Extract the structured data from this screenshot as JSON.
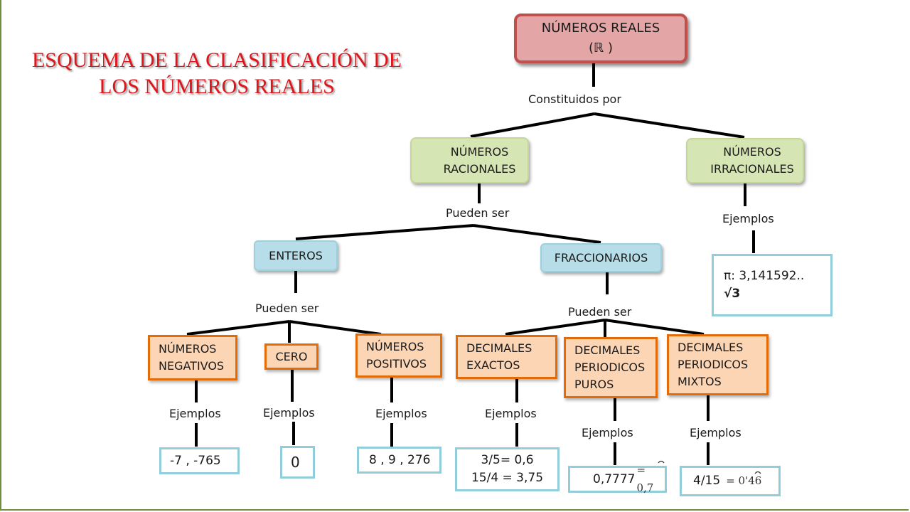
{
  "title": {
    "line1": "ESQUEMA DE LA CLASIFICACIÓN DE",
    "line2": "LOS NÚMEROS REALES"
  },
  "root": {
    "line1": "NÚMEROS REALES",
    "line2": "(ℝ )"
  },
  "connectors": {
    "constituidos": "Constituidos por",
    "pueden_racionales": "Pueden ser",
    "pueden_enteros": "Pueden ser",
    "pueden_fraccionarios": "Pueden ser",
    "ejemplos_irracionales": "Ejemplos",
    "ejemplos_negativos": "Ejemplos",
    "ejemplos_cero": "Ejemplos",
    "ejemplos_positivos": "Ejemplos",
    "ejemplos_exactos": "Ejemplos",
    "ejemplos_puros": "Ejemplos",
    "ejemplos_mixtos": "Ejemplos"
  },
  "racionales": {
    "line1": "NÚMEROS",
    "line2": "RACIONALES"
  },
  "irracionales": {
    "line1": "NÚMEROS",
    "line2": "IRRACIONALES"
  },
  "enteros": "ENTEROS",
  "fraccionarios": "FRACCIONARIOS",
  "negativos": {
    "line1": "NÚMEROS",
    "line2": "NEGATIVOS"
  },
  "cero": "CERO",
  "positivos": {
    "line1": "NÚMEROS",
    "line2": "POSITIVOS"
  },
  "exactos": {
    "line1": "DECIMALES",
    "line2": "EXACTOS"
  },
  "puros": {
    "line1": "DECIMALES",
    "line2": "PERIODICOS",
    "line3": "PUROS"
  },
  "mixtos": {
    "line1": "DECIMALES",
    "line2": "PERIODICOS",
    "line3": "MIXTOS"
  },
  "examples": {
    "irracionales_pi": "π: 3,141592..",
    "irracionales_sqrt": "√3",
    "negativos": "-7  ,  -765",
    "cero": "0",
    "positivos": "8  , 9 , 276",
    "exactos_1": "3/5= 0,6",
    "exactos_2": "15/4 =  3,75",
    "puros_value": "0,7777",
    "puros_notation": "= 0,7",
    "mixtos_value": "4/15",
    "mixtos_notation": "= 0'46"
  },
  "colors": {
    "title": "#e0141b",
    "root_fill": "#e3a5a5",
    "root_border": "#c0504d",
    "green_fill": "#d6e5b4",
    "blue_fill": "#b6dde8",
    "orange_fill": "#fcd5b5",
    "orange_border": "#e36c0a",
    "example_border": "#92cddc",
    "line": "#000000"
  }
}
